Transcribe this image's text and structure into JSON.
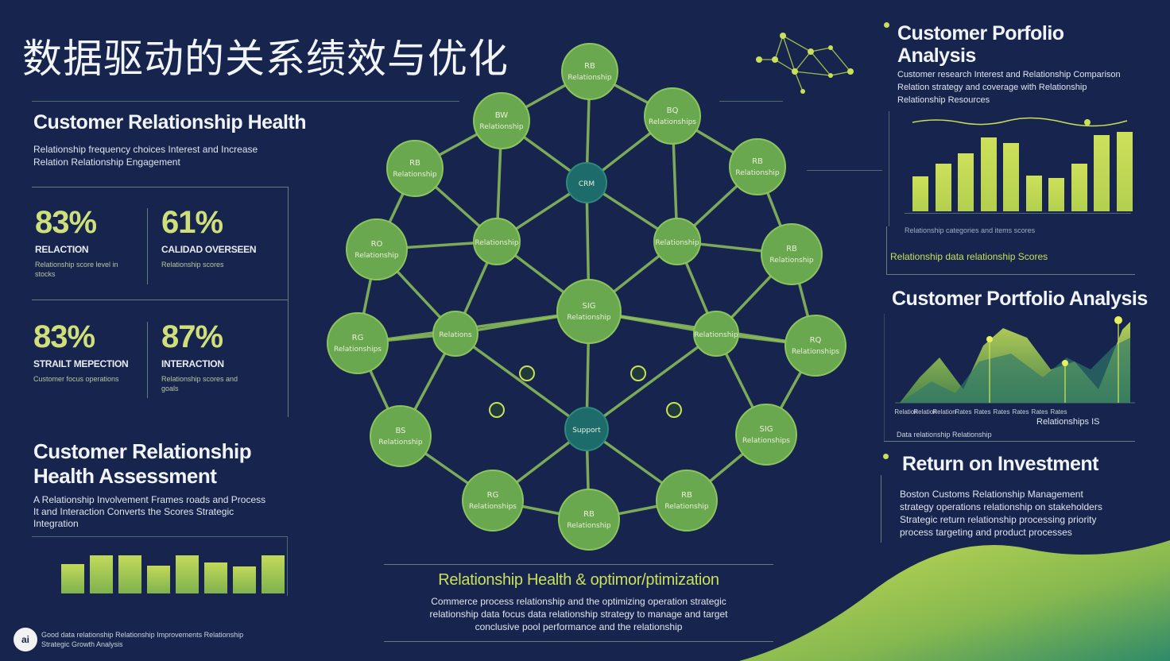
{
  "page_title": "数据驱动的关系绩效与优化",
  "left": {
    "health": {
      "title": "Customer Relationship Health",
      "subtitle": "Relationship frequency choices Interest and Increase Relation Relationship Engagement"
    },
    "kpis": [
      {
        "value": "83%",
        "label": "RELACTION",
        "note": "Relationship score level in stocks"
      },
      {
        "value": "61%",
        "label": "CALIDAD OVERSEEN",
        "note": "Relationship scores"
      },
      {
        "value": "83%",
        "label": "STRAILT MEPECTION",
        "note": "Customer focus operations"
      },
      {
        "value": "87%",
        "label": "INTERACTION",
        "note": "Relationship scores and goals"
      }
    ],
    "assessment": {
      "title_line1": "Customer Relationship",
      "title_line2": "Health Assessment",
      "text": "A Relationship Involvement Frames roads and Process It and Interaction Converts the Scores Strategic Integration",
      "bars": [
        0.62,
        0.8,
        0.8,
        0.58,
        0.8,
        0.65,
        0.56,
        0.8
      ]
    },
    "footer_logo": "ai",
    "footer_text": "Good data relationship Relationship Improvements Relationship Strategic Growth Analysis"
  },
  "center": {
    "network_nodes": [
      {
        "line1": "RB",
        "line2": "Relationship"
      },
      {
        "line1": "BW",
        "line2": "Relationship"
      },
      {
        "line1": "BQ",
        "line2": "Relationships"
      },
      {
        "line1": "RB",
        "line2": "Relationship"
      },
      {
        "line1": "RB",
        "line2": "Relationship"
      },
      {
        "line1": "RO",
        "line2": "Relationship"
      },
      {
        "line1": "RB",
        "line2": "Relationship"
      },
      {
        "line1": "RG",
        "line2": "Relationships"
      },
      {
        "line1": "RQ",
        "line2": "Relationships"
      },
      {
        "line1": "BS",
        "line2": "Relationship"
      },
      {
        "line1": "SIG",
        "line2": "Relationships"
      },
      {
        "line1": "RG",
        "line2": "Relationships"
      },
      {
        "line1": "RB",
        "line2": "Relationship"
      },
      {
        "line1": "RB",
        "line2": "Relationship"
      },
      {
        "line1": "",
        "line2": "Relationship"
      },
      {
        "line1": "",
        "line2": "Relationship"
      },
      {
        "line1": "",
        "line2": "Relations"
      },
      {
        "line1": "",
        "line2": "Relationship"
      },
      {
        "line1": "SIG",
        "line2": "Relationship"
      },
      {
        "line1": "",
        "line2": "CRM"
      },
      {
        "line1": "",
        "line2": "Support"
      }
    ],
    "bottom_title": "Relationship Health & optimor/ptimization",
    "bottom_text_lines": [
      "Commerce process relationship and the optimizing operation strategic",
      "relationship data focus data relationship strategy to manage and target",
      "conclusive pool performance and the relationship"
    ]
  },
  "right": {
    "portfolio_top": {
      "title_line1": "Customer Porfolio",
      "title_line2": "Analysis",
      "text": "Customer research Interest and Relationship Comparison Relation strategy and coverage with Relationship Relationship Resources",
      "bars": [
        0.44,
        0.6,
        0.73,
        0.93,
        0.86,
        0.45,
        0.42,
        0.6,
        0.96,
        1.0
      ],
      "footnote": "Relationship categories and items scores",
      "caption": "Relationship data relationship Scores"
    },
    "portfolio_main": {
      "title": "Customer Portfolio Analysis",
      "labels": [
        "Relation",
        "Relation",
        "Relation",
        "Rates",
        "Rates",
        "Rates",
        "Rates",
        "Rates",
        "Rates"
      ],
      "legend_right": "Relationships IS",
      "caption": "Data relationship Relationship"
    },
    "roi": {
      "title": "Return on Investment",
      "text_lines": [
        "Boston Customs Relationship Management",
        "strategy operations relationship on stakeholders",
        "Strategic return relationship processing priority",
        "process targeting and product processes"
      ]
    }
  },
  "colors": {
    "background": "#16244e",
    "node_green": "#6aa84f",
    "node_teal": "#1d6b6b",
    "accent_lime": "#c8e05a",
    "edge": "#8fc25b"
  }
}
